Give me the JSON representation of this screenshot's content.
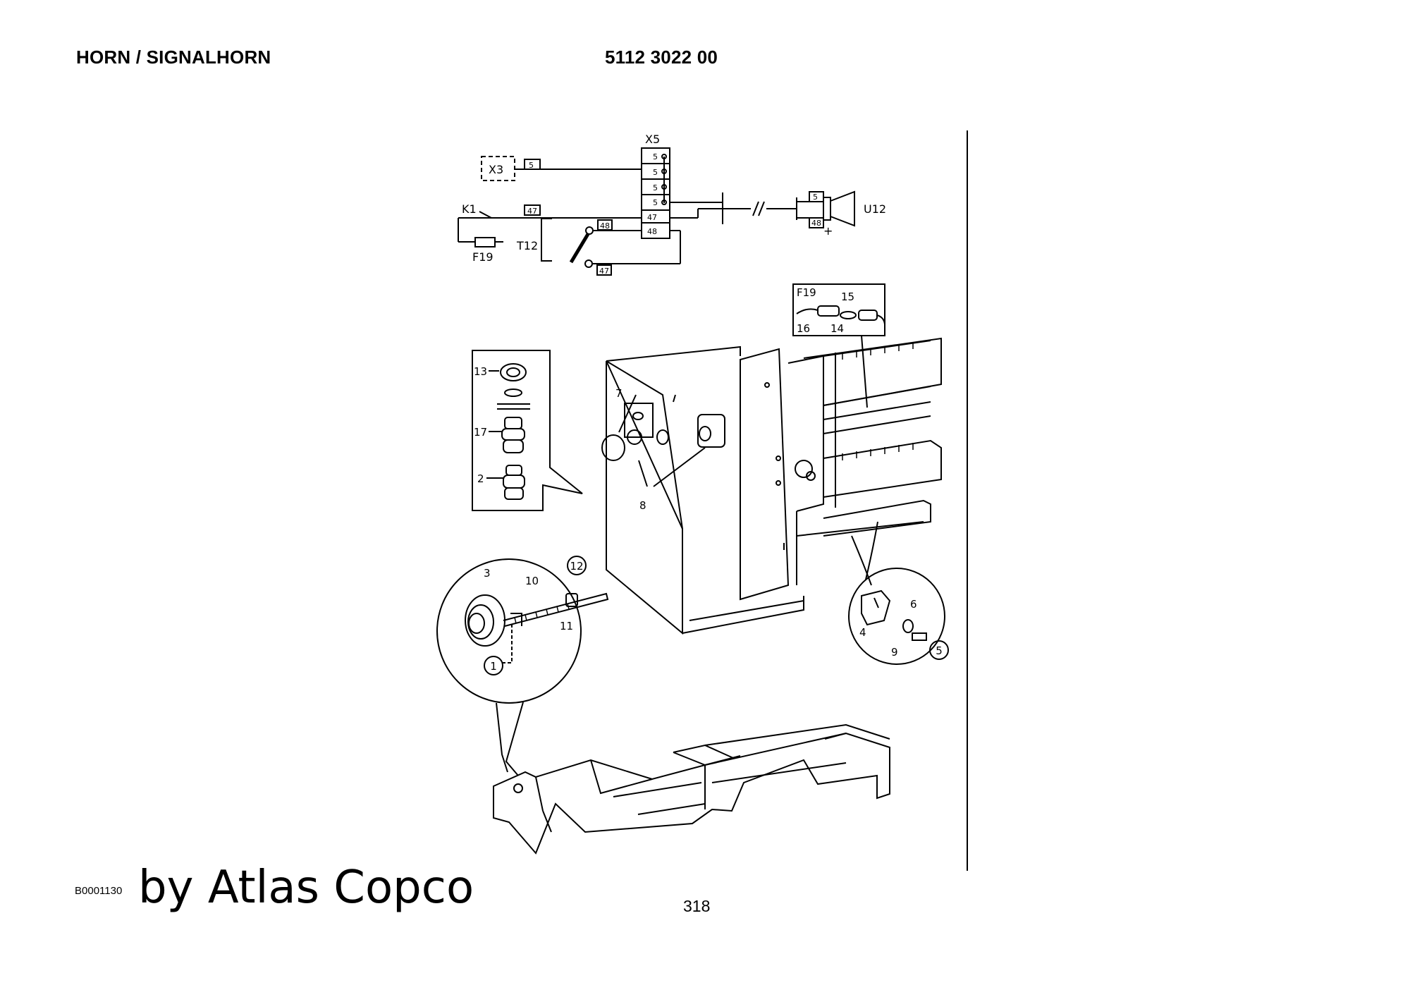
{
  "header": {
    "title": "HORN / SIGNALHORN",
    "part_number": "5112 3022 00"
  },
  "footer": {
    "drawing_code": "B0001130",
    "brand": "by Atlas Copco",
    "page_number": "318"
  },
  "schematic": {
    "connector_x5": "X5",
    "connector_x3": "X3",
    "relay_k1": "K1",
    "fuse_f19": "F19",
    "switch_t12": "T12",
    "horn_u12": "U12",
    "terminal_5": "5",
    "terminal_47": "47",
    "terminal_48": "48",
    "plus_sign": "+"
  },
  "callouts": {
    "fuse_detail_label": "F19",
    "fuse_parts": [
      "15",
      "16",
      "14"
    ],
    "button_parts": [
      "13",
      "17",
      "2"
    ],
    "panel_parts": [
      "7",
      "8"
    ],
    "horn_parts": [
      "3",
      "10",
      "12",
      "11",
      "1"
    ],
    "relay_parts": [
      "6",
      "4",
      "9",
      "5"
    ]
  }
}
